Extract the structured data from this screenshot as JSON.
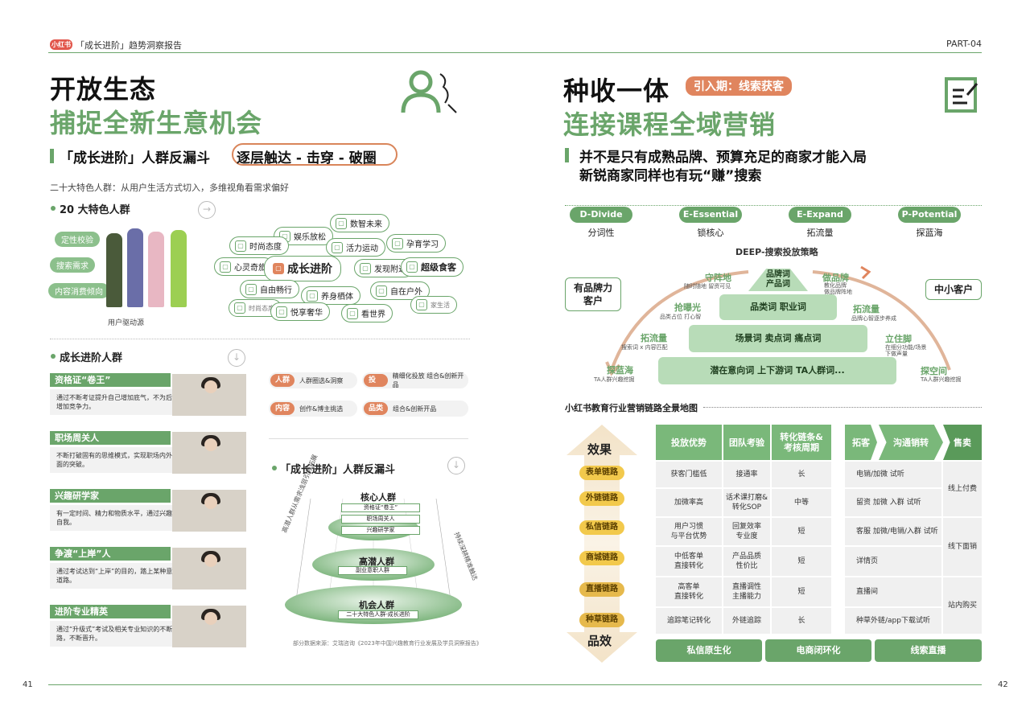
{
  "header": {
    "brand": "小红书",
    "title": "「成长进阶」趋势洞察报告",
    "part": "PART-04"
  },
  "footer": {
    "left_page": "41",
    "right_page": "42"
  },
  "left": {
    "title1": "开放生态",
    "title2": "捕捉全新生意机会",
    "subtitle_a": "「成长进阶」人群反漏斗",
    "subtitle_b": "逐层触达 - 击穿 - 破圈",
    "desc": "二十大特色人群：从用户生活方式切入，多维视角看需求偏好",
    "sec1": "20 大特色人群",
    "pills": [
      "定性校验",
      "搜索需求",
      "内容消费倾向"
    ],
    "photo_caption": "用户驱动源",
    "chips": [
      "数智未来",
      "娱乐放松",
      "时尚态度",
      "活力运动",
      "孕育学习",
      "心灵奇旅",
      "成长进阶",
      "发现附近",
      "超级食客",
      "自由畅行",
      "养身栖体",
      "自在户外",
      "时尚态度",
      "悦享奢华",
      "看世界",
      "家生活"
    ],
    "sec2": "成长进阶人群",
    "cards": [
      {
        "title": "资格证“卷王”",
        "text": "通过不断考证提升自己增加底气，不为后续的工作烦虑；多赛道增加竞争力。"
      },
      {
        "title": "职场周关人",
        "text": "不断打破固有的思维模式，实现职场内外的软硬能力、心态等方面的突破。"
      },
      {
        "title": "兴趣研学家",
        "text": "有一定时间、精力和物质水平，通过兴趣追求来丰富生活、充实自我。"
      },
      {
        "title": "争渡“上岸”人",
        "text": "通过考试达到“上岸”的目的，踏上某种意义上最“稳妥”的人生道路。"
      },
      {
        "title": "进阶专业精英",
        "text": "通过“升级式”考试及相关专业知识的不断学习，强固职业道路，不断晋升。"
      }
    ],
    "tags": [
      {
        "k": "人群",
        "v": "人群圈选&洞察"
      },
      {
        "k": "投放",
        "v": "精细化投放 组合&创新开品"
      },
      {
        "k": "内容",
        "v": "创作&博主挑选"
      },
      {
        "k": "品类",
        "v": "组合&创新开品"
      }
    ],
    "funnel": {
      "title": "「成长进阶」人群反漏斗",
      "core": "核心人群",
      "core_items": [
        "资格证“卷王”",
        "职场周关人",
        "兴趣研学家"
      ],
      "potential": "高潜人群",
      "potential_item": "副业意职人群",
      "opportunity": "机会人群",
      "opportunity_item": "二十大特色人群-成长进阶",
      "left_arrow": "高潜人群从需求浅层引导拓展",
      "right_arrow": "持续深耕精准触达",
      "source": "部分数据来源：艾瑞咨询《2023年中国兴趣教育行业发展及学员洞察报告》"
    }
  },
  "right": {
    "title1": "种收一体",
    "stage": "引入期：线索获客",
    "title2": "连接课程全域营销",
    "sub1": "并不是只有成熟品牌、预算充足的商家才能入局",
    "sub2": "新锐商家同样也有玩“赚”搜索",
    "deep": [
      {
        "label": "D-Divide",
        "desc": "分词性"
      },
      {
        "label": "E-Essential",
        "desc": "锁核心"
      },
      {
        "label": "E-Expand",
        "desc": "拓流量"
      },
      {
        "label": "P-Potential",
        "desc": "探蓝海"
      }
    ],
    "deep_title": "DEEP-搜索投放策略",
    "pyramid": [
      "品牌词\n产品词",
      "品类词  职业词",
      "场景词  卖点词  痛点词",
      "潜在意向词  上下游词  TA人群词..."
    ],
    "box_left": "有品牌力\n客户",
    "box_right": "中小客户",
    "arc_left": [
      {
        "t": "守阵地",
        "s": "随时随地 留资可见"
      },
      {
        "t": "抢曝光",
        "s": "品类占位 打心智"
      },
      {
        "t": "拓流量",
        "s": "搜索词 x 内容匹配"
      },
      {
        "t": "探蓝海",
        "s": "TA人群兴趣挖掘"
      }
    ],
    "arc_right": [
      {
        "t": "做品牌",
        "s": "教化品牌\n做品牌阵地"
      },
      {
        "t": "拓流量",
        "s": "品牌心智逐步养成"
      },
      {
        "t": "立住脚",
        "s": "在细分功能/场景\n下做声量"
      },
      {
        "t": "探空间",
        "s": "TA人群兴趣挖掘"
      }
    ],
    "map_title": "小红书教育行业营销链路全景地图",
    "effect_top": "效果",
    "effect_bottom": "品效",
    "links": [
      "表单链路",
      "外链链路",
      "私信链路",
      "商城链路",
      "直播链路",
      "种草链路"
    ],
    "table_headers": [
      "投放优势",
      "团队考验",
      "转化链条&\n考核周期"
    ],
    "table_rows": [
      [
        "获客门槛低",
        "接通率",
        "长"
      ],
      [
        "加微率高",
        "话术课打磨&\n转化SOP",
        "中等"
      ],
      [
        "用户习惯\n与平台优势",
        "回复效率\n专业度",
        "短"
      ],
      [
        "中低客单\n直接转化",
        "产品品质\n性价比",
        "短"
      ],
      [
        "高客单\n直接转化",
        "直播调性\n主播能力",
        "短"
      ],
      [
        "追踪笔记转化",
        "外链追踪",
        "长"
      ]
    ],
    "flow_headers": [
      "拓客",
      "沟通销转",
      "售卖"
    ],
    "flow_rows": [
      "电销/加微 试听",
      "留资 加微 入群 试听",
      "客服 加微/电销/入群 试听",
      "详情页",
      "直播间",
      "种草外链/app下载试听"
    ],
    "sell": [
      "线上付费",
      "线下面销",
      "站内购买"
    ],
    "bottom": [
      "私信原生化",
      "电商闭环化",
      "线索直播"
    ]
  }
}
